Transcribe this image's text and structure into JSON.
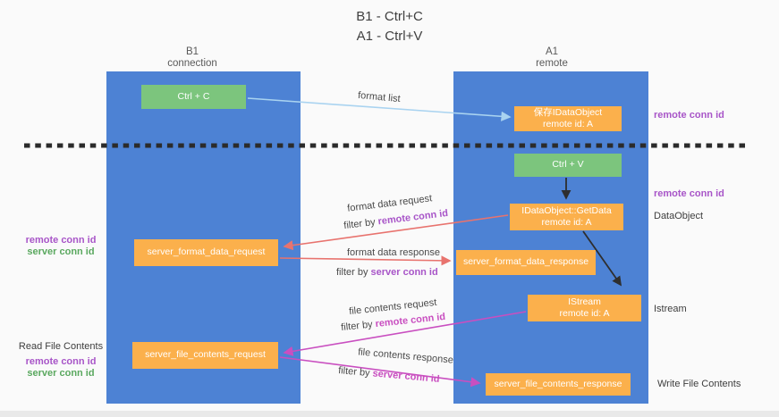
{
  "title": {
    "line1": "B1 - Ctrl+C",
    "line2": "A1 - Ctrl+V"
  },
  "lanes": {
    "left": {
      "title": "B1",
      "subtitle": "connection"
    },
    "right": {
      "title": "A1",
      "subtitle": "remote"
    }
  },
  "boxes": {
    "ctrl_c": {
      "label": "Ctrl + C"
    },
    "ctrl_v": {
      "label": "Ctrl + V"
    },
    "save_idataobject": {
      "line1": "保存IDataObject",
      "line2": "remote id: A"
    },
    "getdata": {
      "line1": "IDataObject::GetData",
      "line2": "remote id: A"
    },
    "istream": {
      "line1": "IStream",
      "line2": "remote id: A"
    },
    "server_format_data_request": {
      "label": "server_format_data_request"
    },
    "server_format_data_response": {
      "label": "server_format_data_response"
    },
    "server_file_contents_request": {
      "label": "server_file_contents_request"
    },
    "server_file_contents_response": {
      "label": "server_file_contents_response"
    }
  },
  "arrow_labels": {
    "format_list": "format list",
    "format_data_request": "format data request",
    "format_data_response": "format data response",
    "file_contents_request": "file contents request",
    "file_contents_response": "file contents response",
    "filter_by": "filter by ",
    "remote_conn_id": "remote conn id",
    "server_conn_id": "server conn id"
  },
  "side_labels": {
    "remote_conn_id_top": "remote conn id",
    "remote_conn_id_mid": "remote conn id",
    "dataobject": "DataObject",
    "istream": "Istream",
    "write_file_contents": "Write File Contents",
    "read_file_contents": "Read File Contents",
    "left_remote_conn_id_1": "remote conn id",
    "left_server_conn_id_1": "server conn id",
    "left_remote_conn_id_2": "remote conn id",
    "left_server_conn_id_2": "server conn id"
  },
  "colors": {
    "lane_blue": "#4d82d4",
    "box_green": "#7cc57d",
    "box_orange": "#fbb04c",
    "arrow_light_blue": "#a9d3f0",
    "arrow_red": "#e8736e",
    "arrow_magenta": "#c94fc0",
    "arrow_black": "#2e2e2e",
    "emphasis_purple": "#a855c8",
    "emphasis_magenta": "#c94fc0",
    "emphasis_green": "#5aa85f"
  }
}
